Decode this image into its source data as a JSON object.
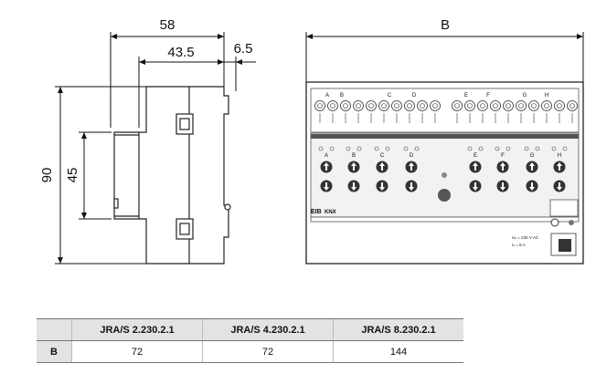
{
  "dimensions": {
    "top_width": "58",
    "inner_width": "43.5",
    "rail_depth": "6.5",
    "height": "90",
    "rail_height": "45",
    "front_width": "B"
  },
  "front_panel": {
    "terminal_letters": [
      "A",
      "B",
      "C",
      "D",
      "E",
      "F",
      "G",
      "H"
    ],
    "channel_letters": [
      "A",
      "B",
      "C",
      "D",
      "E",
      "F",
      "G",
      "H"
    ],
    "eib_logo": "EIB",
    "knx_logo": "KNX",
    "rating_line1": "Uₙ = 230 V AC",
    "rating_line2": "Iₙ = 6 A"
  },
  "table": {
    "headers": [
      "",
      "JRA/S 2.230.2.1",
      "JRA/S 4.230.2.1",
      "JRA/S 8.230.2.1"
    ],
    "row_label": "B",
    "values": [
      "72",
      "72",
      "144"
    ]
  }
}
